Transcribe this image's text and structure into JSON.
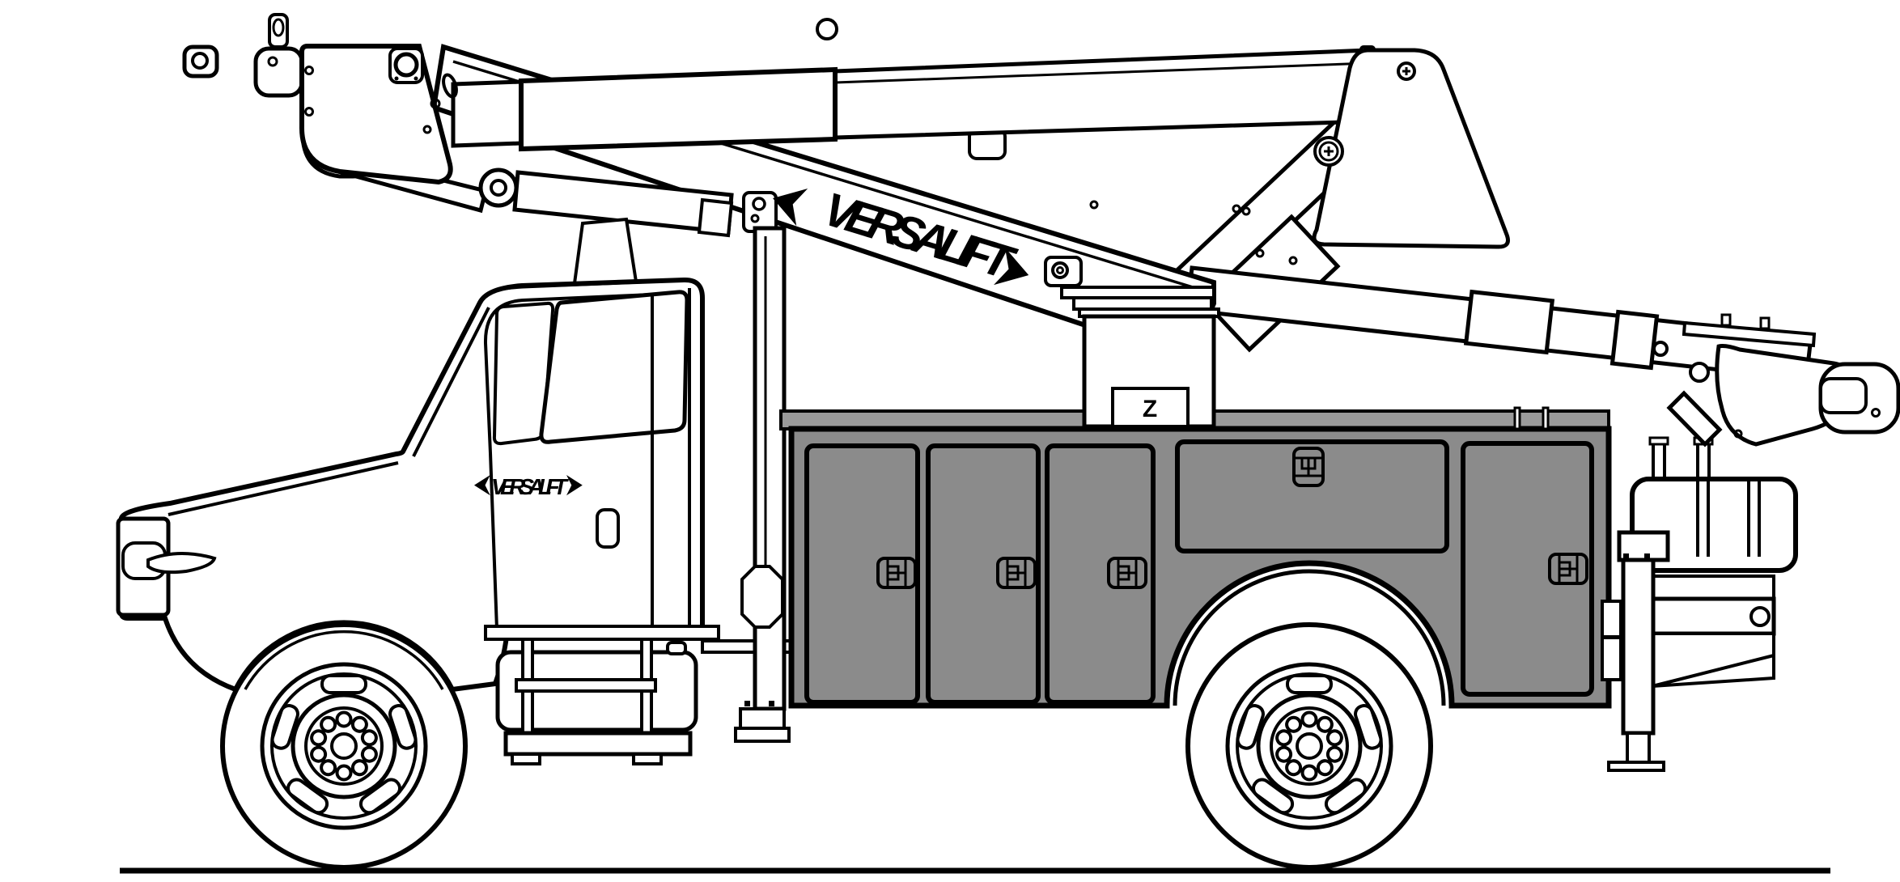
{
  "texts": {
    "boom_decal": "VERSALIFT",
    "door_decal": "VERSALIFT",
    "pedestal_mark": "Z"
  },
  "icons": {
    "boom_decal_left": "chevron-left-icon",
    "boom_decal_right": "chevron-right-icon",
    "door_decal_left": "chevron-left-icon",
    "door_decal_right": "chevron-right-icon"
  },
  "colors": {
    "background": "#ffffff",
    "line": "#000000",
    "service_body": "#8b8b8b",
    "body_lip": "#9a9a9a"
  }
}
